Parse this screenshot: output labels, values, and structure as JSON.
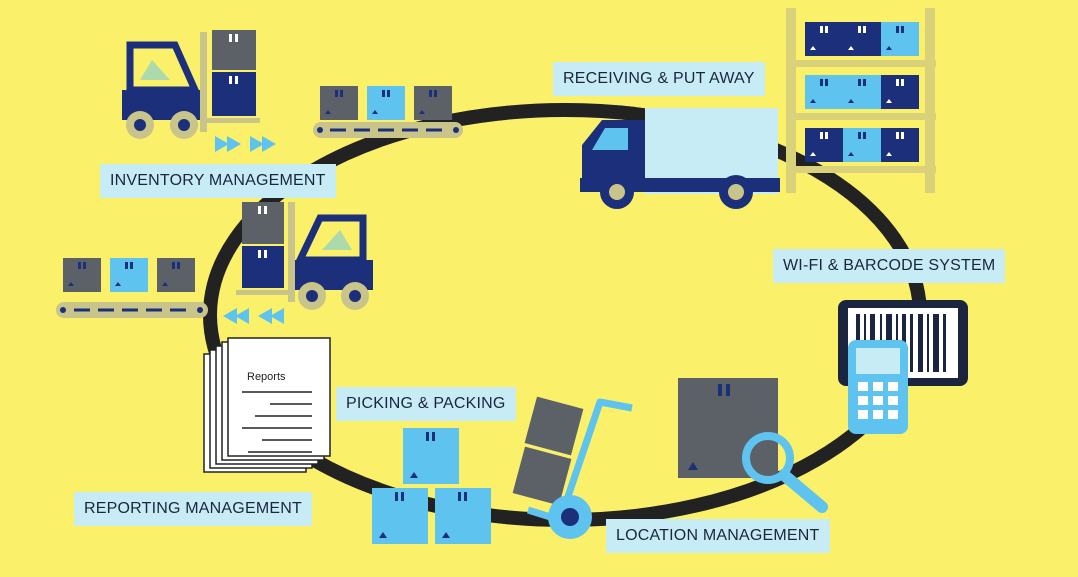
{
  "labels": {
    "receiving": "RECEIVING & PUT AWAY",
    "inventory": "INVENTORY MANAGEMENT",
    "wifi_barcode": "WI-FI & BARCODE SYSTEM",
    "picking": "PICKING & PACKING",
    "reporting": "REPORTING MANAGEMENT",
    "location": "LOCATION MANAGEMENT",
    "reports_doc": "Reports"
  },
  "colors": {
    "background": "#fbf06a",
    "label_bg": "#c8ecf5",
    "navy": "#1b2f7a",
    "light_blue": "#5ec3ef",
    "gray_box": "#5c6168",
    "track": "#222222"
  },
  "icons": [
    "forklift-icon",
    "conveyor-icon",
    "delivery-truck-icon",
    "shelving-rack-icon",
    "barcode-scanner-icon",
    "magnifier-icon",
    "hand-truck-icon",
    "reports-document-icon",
    "direction-arrows-icon"
  ]
}
